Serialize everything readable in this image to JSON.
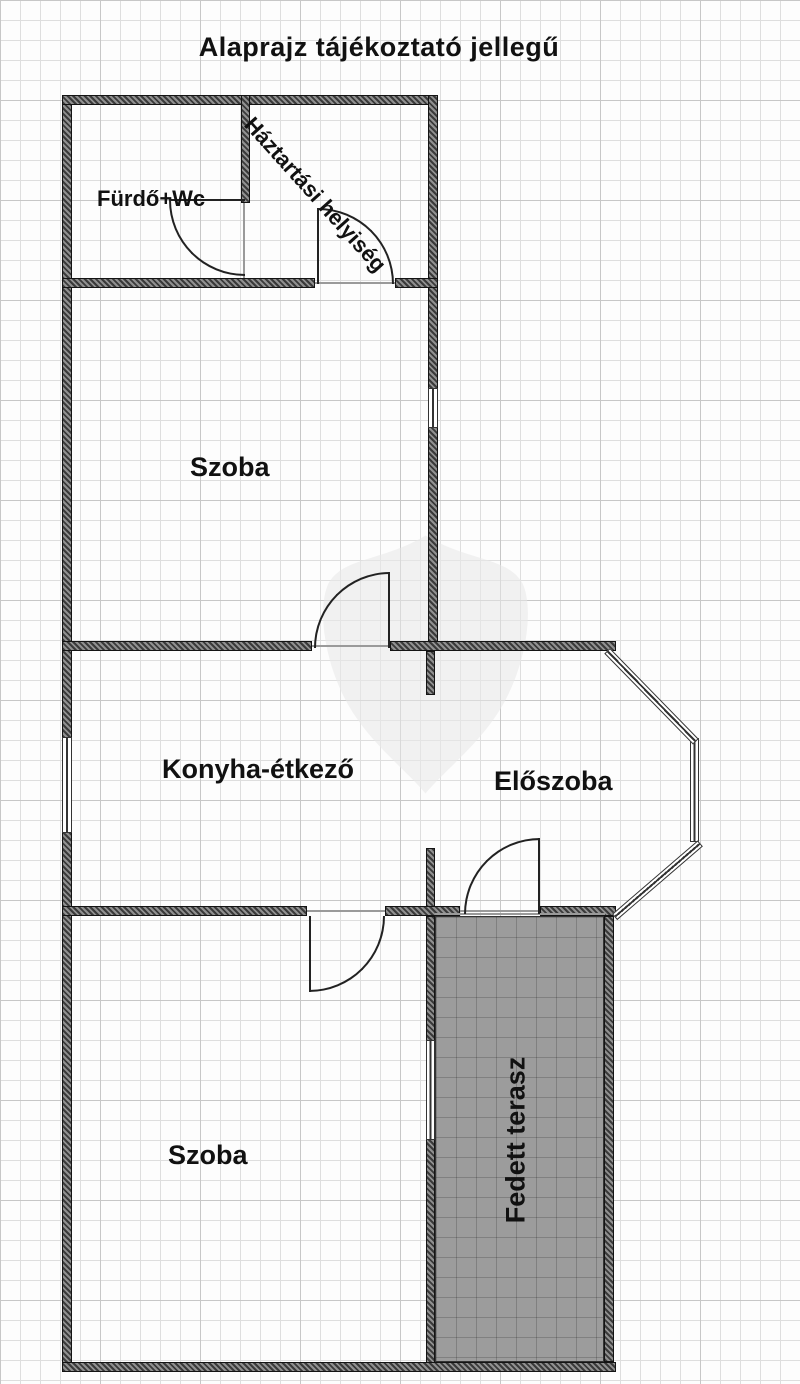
{
  "title": "Alaprajz tájékoztató jellegű",
  "rooms": {
    "bathroom": "Fürdő+Wc",
    "utility": "Háztartási helyiség",
    "room_top": "Szoba",
    "kitchen": "Konyha-étkező",
    "hallway": "Előszoba",
    "room_bottom": "Szoba",
    "terrace": "Fedett terasz"
  },
  "colors": {
    "terrace_fill": "#9c9c9c",
    "wall": "#3a3a3a",
    "grid_minor": "#dedede",
    "grid_major": "#c7c7c7"
  }
}
